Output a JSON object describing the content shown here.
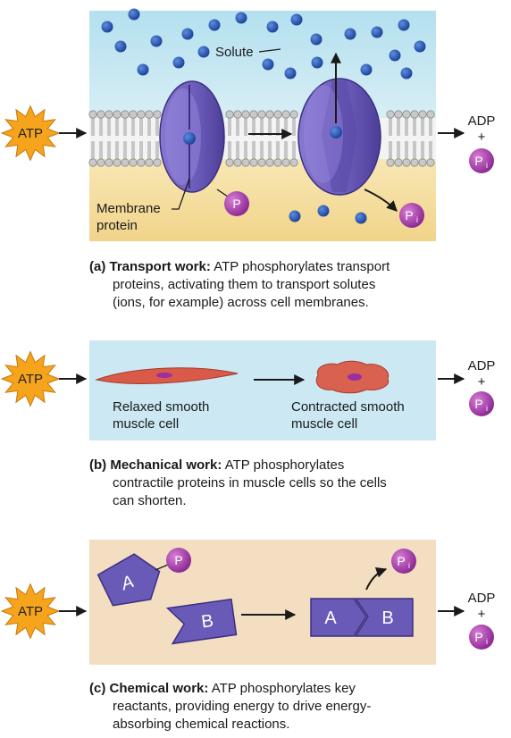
{
  "atp_label": "ATP",
  "adp_label": "ADP",
  "plus_sign": "+",
  "phosphate_label": "P",
  "phosphate_sub": "i",
  "colors": {
    "atp_burst": "#f6a41c",
    "panel_a_water": "#b8e2f0",
    "panel_a_cyto": "#f4dd9a",
    "panel_b_bg": "#cce9f4",
    "panel_c_bg": "#f4dfc2",
    "protein": "#7060c0",
    "phosphate": "#9b2fa0",
    "solute": "#1f4ea8"
  },
  "panel_a": {
    "solute_label": "Solute",
    "membrane_protein_label": [
      "Membrane",
      "protein"
    ],
    "caption_lead": "(a) Transport work:",
    "caption_lines": [
      " ATP phosphorylates transport",
      "proteins, activating them to transport solutes",
      "(ions, for example) across cell membranes."
    ]
  },
  "panel_b": {
    "relaxed_label": [
      "Relaxed smooth",
      "muscle cell"
    ],
    "contracted_label": [
      "Contracted smooth",
      "muscle cell"
    ],
    "caption_lead": "(b) Mechanical work:",
    "caption_lines": [
      " ATP phosphorylates",
      "contractile proteins in muscle cells so the cells",
      "can shorten."
    ]
  },
  "panel_c": {
    "reactant_a": "A",
    "reactant_b": "B",
    "caption_lead": "(c) Chemical work:",
    "caption_lines": [
      " ATP phosphorylates key",
      "reactants, providing energy to drive energy-",
      "absorbing chemical reactions."
    ]
  }
}
